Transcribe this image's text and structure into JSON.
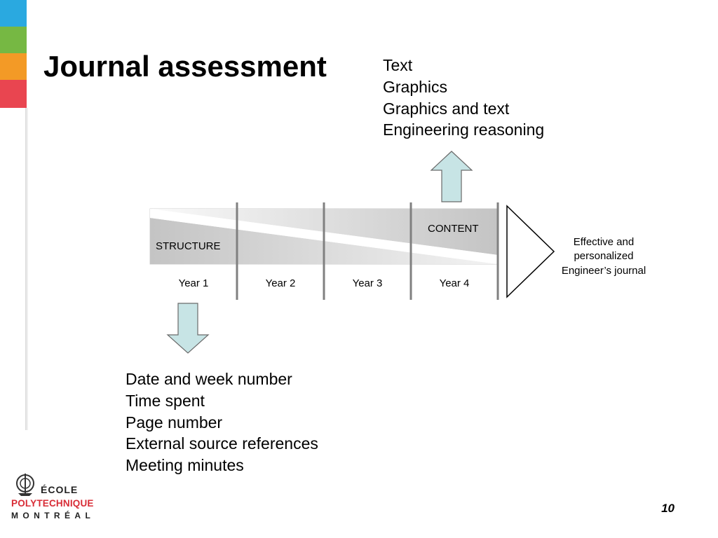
{
  "slide": {
    "title": "Journal assessment",
    "page_number": "10"
  },
  "content_items": [
    "Text",
    "Graphics",
    "Graphics and text",
    "Engineering reasoning"
  ],
  "structure_items": [
    "Date and week number",
    "Time spent",
    "Page number",
    "External source references",
    "Meeting minutes"
  ],
  "diagram": {
    "structure_label": "STRUCTURE",
    "content_label": "CONTENT",
    "years": [
      "Year 1",
      "Year 2",
      "Year 3",
      "Year 4"
    ],
    "outcome_lines": [
      "Effective and",
      "personalized",
      "Engineer’s journal"
    ]
  },
  "logo": {
    "line1": "ÉCOLE",
    "line2": "POLYTECHNIQUE",
    "line3": "MONTRÉAL"
  },
  "colors": {
    "stripe_blue": "#2aa9e0",
    "stripe_green": "#76b843",
    "stripe_orange": "#f39a26",
    "stripe_red": "#e94550",
    "arrow_fill": "#c7e4e5",
    "logo_red": "#d82c36"
  }
}
